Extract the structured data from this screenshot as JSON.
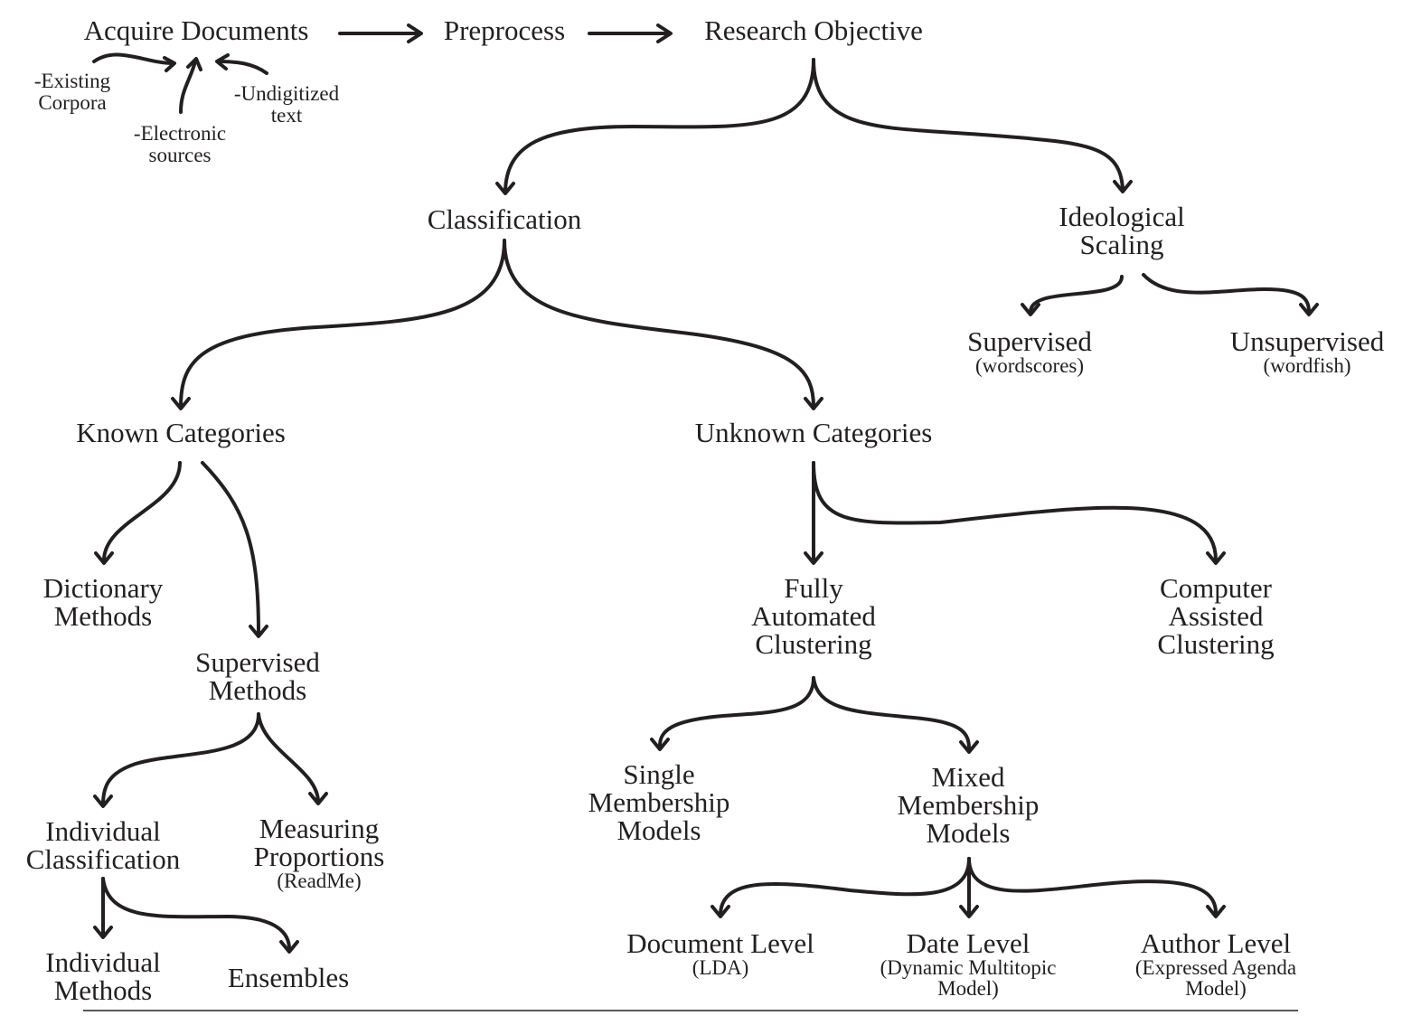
{
  "title": "Text analysis workflow overview",
  "pipeline": {
    "acquire": "Acquire Documents",
    "preprocess": "Preprocess",
    "objective": "Research Objective"
  },
  "sources": [
    [
      "-Existing",
      "Corpora"
    ],
    [
      "-Electronic",
      "sources"
    ],
    [
      "-Undigitized",
      "text"
    ]
  ],
  "nodes": {
    "classification": [
      "Classification"
    ],
    "ideological_scaling": [
      "Ideological",
      "Scaling"
    ],
    "scaling_supervised": {
      "lines": [
        "Supervised"
      ],
      "sub": [
        "(wordscores)"
      ]
    },
    "scaling_unsupervised": {
      "lines": [
        "Unsupervised"
      ],
      "sub": [
        "(wordfish)"
      ]
    },
    "known_categories": [
      "Known Categories"
    ],
    "unknown_categories": [
      "Unknown Categories"
    ],
    "dictionary_methods": [
      "Dictionary",
      "Methods"
    ],
    "supervised_methods": [
      "Supervised",
      "Methods"
    ],
    "individual_classification": [
      "Individual",
      "Classification"
    ],
    "measuring_proportions": {
      "lines": [
        "Measuring",
        "Proportions"
      ],
      "sub": [
        "(ReadMe)"
      ]
    },
    "individual_methods": [
      "Individual",
      "Methods"
    ],
    "ensembles": [
      "Ensembles"
    ],
    "fully_automated": [
      "Fully",
      "Automated",
      "Clustering"
    ],
    "computer_assisted": [
      "Computer",
      "Assisted",
      "Clustering"
    ],
    "single_membership": [
      "Single",
      "Membership",
      "Models"
    ],
    "mixed_membership": [
      "Mixed",
      "Membership",
      "Models"
    ],
    "document_level": {
      "lines": [
        "Document Level"
      ],
      "sub": [
        "(LDA)"
      ]
    },
    "date_level": {
      "lines": [
        "Date Level"
      ],
      "sub": [
        "(Dynamic Multitopic",
        "Model)"
      ]
    },
    "author_level": {
      "lines": [
        "Author Level"
      ],
      "sub": [
        "(Expressed Agenda",
        "Model)"
      ]
    }
  },
  "colors": {
    "ink": "#231f20",
    "background": "#ffffff"
  }
}
